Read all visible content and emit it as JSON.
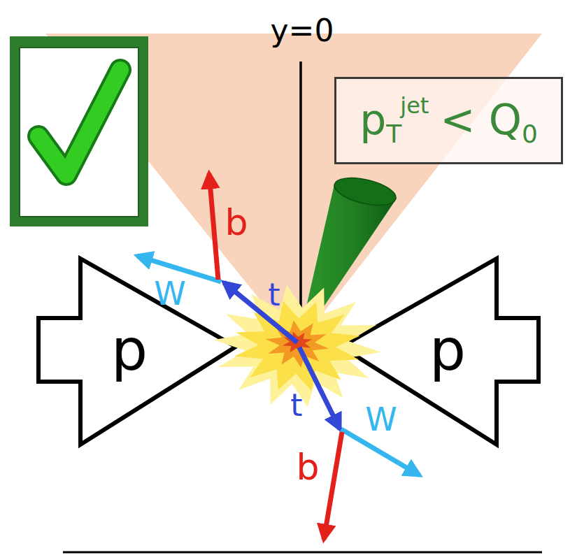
{
  "diagram": {
    "nodes": [
      {
        "text": [
          "p",
          "T",
          "jet",
          "< Q",
          "0"
        ]
      },
      {
        "text": [
          "p"
        ]
      },
      {
        "text": [
          "p"
        ]
      }
    ],
    "labels": [
      "y=0",
      "b",
      "W",
      "t",
      "t",
      "W",
      "b"
    ]
  }
}
